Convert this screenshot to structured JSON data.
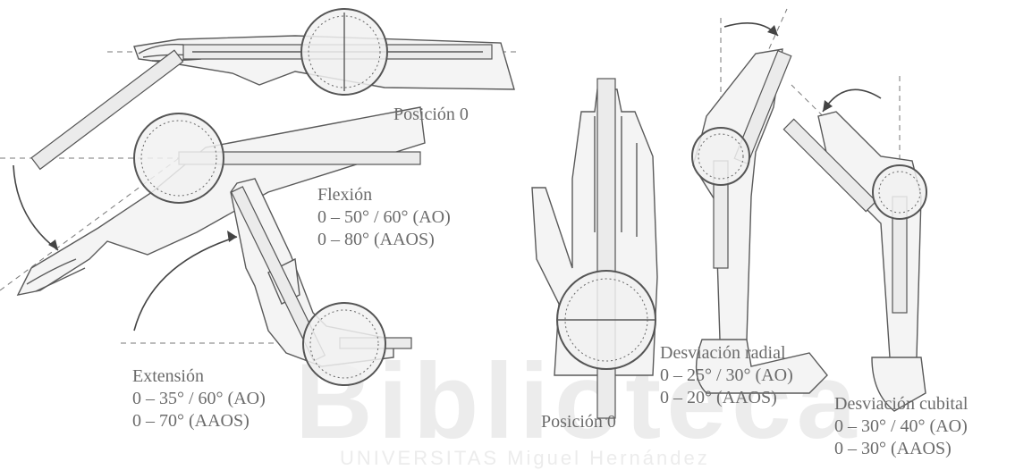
{
  "watermark": {
    "main": "Biblioteca",
    "sub": "UNIVERSITAS Miguel Hernández"
  },
  "labels": {
    "posicion_top": "Posición 0",
    "flexion": {
      "title": "Flexión",
      "range_ao": "0 – 50° / 60° (AO)",
      "range_aaos": "0 – 80° (AAOS)"
    },
    "extension": {
      "title": "Extensión",
      "range_ao": "0 – 35° / 60° (AO)",
      "range_aaos": "0 – 70° (AAOS)"
    },
    "posicion_bottom": "Posición 0",
    "desv_radial": {
      "title": "Desviación radial",
      "range_ao": "0 – 25° / 30° (AO)",
      "range_aaos": "0 – 20° (AAOS)"
    },
    "desv_cubital": {
      "title": "Desviación cubital",
      "range_ao": "0 – 30° / 40° (AO)",
      "range_aaos": "0 – 30° (AAOS)"
    }
  }
}
